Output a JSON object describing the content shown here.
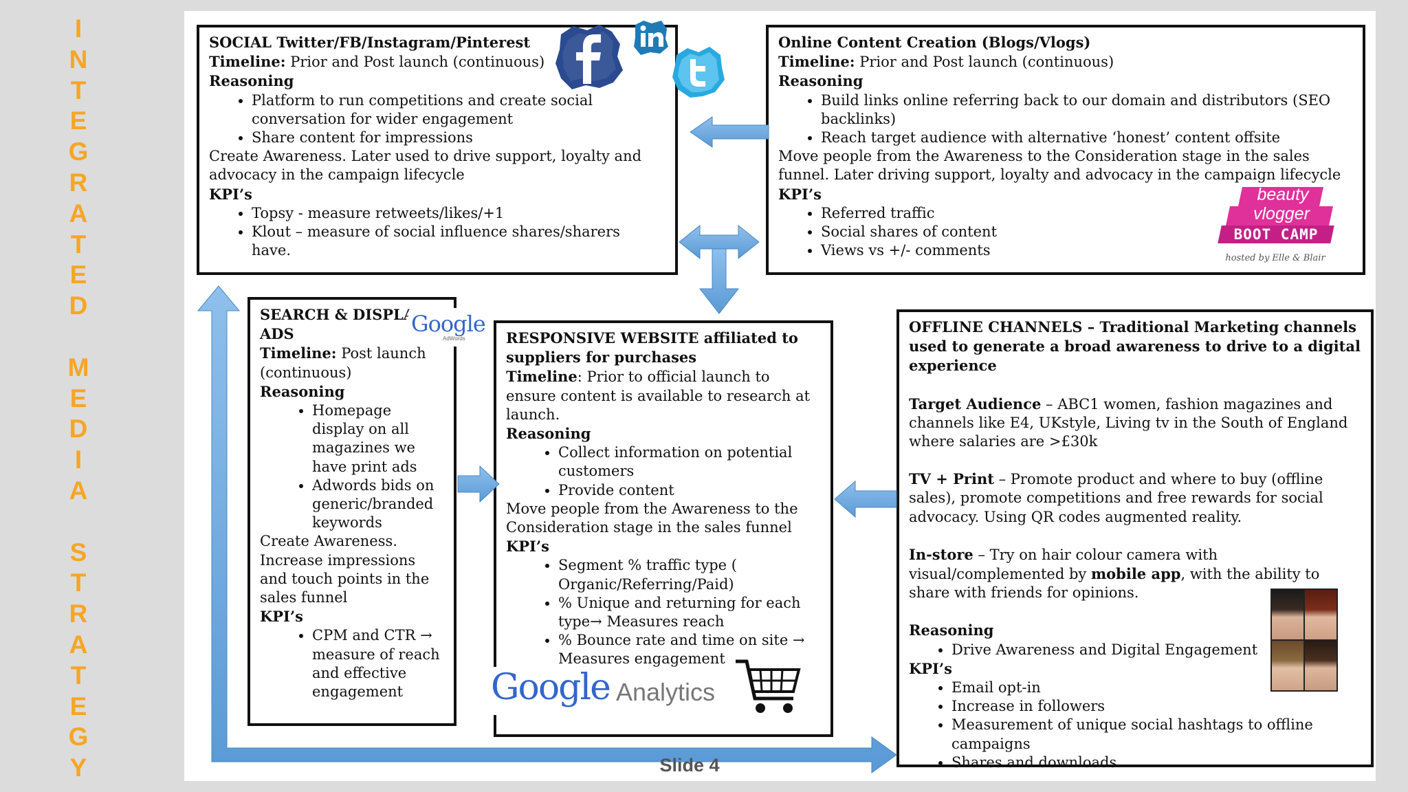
{
  "vertical_title": [
    "I",
    "N",
    "T",
    "E",
    "G",
    "R",
    "A",
    "T",
    "E",
    "D",
    "",
    "M",
    "E",
    "D",
    "I",
    "A",
    "",
    "S",
    "T",
    "R",
    "A",
    "T",
    "E",
    "G",
    "Y"
  ],
  "slide_number": "Slide 4",
  "social": {
    "title": "SOCIAL Twitter/FB/Instagram/Pinterest",
    "timeline_label": "Timeline:",
    "timeline": "Prior and Post launch (continuous)",
    "reasoning_label": "Reasoning",
    "reasons": [
      "Platform to run competitions and create social conversation for wider engagement",
      "Share content for impressions"
    ],
    "summary": "Create Awareness. Later used to drive support, loyalty and advocacy in the campaign lifecycle",
    "kpi_label": "KPI’s",
    "kpis": [
      "Topsy - measure retweets/likes/+1",
      "Klout – measure of social influence shares/sharers have."
    ]
  },
  "content": {
    "title": "Online Content Creation (Blogs/Vlogs)",
    "timeline_label": "Timeline:",
    "timeline": "Prior and Post launch (continuous)",
    "reasoning_label": "Reasoning",
    "reasons": [
      "Build links online referring back to our domain and distributors (SEO backlinks)",
      "Reach target audience with alternative ‘honest’ content offsite"
    ],
    "summary": "Move people from the Awareness to the Consideration stage in the sales funnel. Later driving support, loyalty and advocacy in the campaign lifecycle",
    "kpi_label": "KPI’s",
    "kpis": [
      "Referred traffic",
      "Social shares of content",
      "Views vs +/- comments"
    ],
    "logo_line1": "beauty",
    "logo_line2": "vlogger",
    "logo_line3": "BOOT CAMP",
    "logo_caption": "hosted by Elle & Blair"
  },
  "search": {
    "title_line1": "SEARCH & DISPLAY",
    "title_line2": "ADS",
    "timeline_label": "Timeline:",
    "timeline": "Post launch (continuous)",
    "reasoning_label": "Reasoning",
    "reasons": [
      "Homepage display on all magazines we have print ads",
      "Adwords bids on generic/branded keywords"
    ],
    "summary": "Create Awareness. Increase impressions and touch points in the sales funnel",
    "kpi_label": "KPI’s",
    "kpis": [
      "CPM and CTR → measure of reach and effective engagement"
    ],
    "logo": "Google",
    "logo_sub": "AdWords"
  },
  "website": {
    "title": "RESPONSIVE WEBSITE affiliated to suppliers for purchases",
    "timeline_label": "Timeline",
    "timeline": ": Prior to official launch to ensure content is available to research at launch.",
    "reasoning_label": "Reasoning",
    "reasons": [
      "Collect information on potential customers",
      "Provide content"
    ],
    "summary": "Move people from the Awareness to the Consideration stage in the sales funnel",
    "kpi_label": "KPI’s",
    "kpis": [
      "Segment  % traffic type ( Organic/Referring/Paid)",
      "% Unique and returning for each type→ Measures reach",
      "% Bounce rate and time on site → Measures engagement"
    ],
    "logo": "Google",
    "logo_sub": "Analytics"
  },
  "offline": {
    "title": "OFFLINE CHANNELS – Traditional Marketing channels used to generate a broad awareness to drive to a digital experience",
    "target_label": "Target Audience",
    "target": " – ABC1 women, fashion magazines and channels like E4, UKstyle, Living tv in the South of England where salaries are >£30k",
    "tv_label": "TV + Print",
    "tv": " – Promote product and where to buy (offline sales), promote competitions and free rewards for social advocacy. Using QR codes augmented reality.",
    "instore_label": "In-store",
    "instore_a": " – Try on hair colour camera with visual/complemented by ",
    "instore_bold": "mobile app",
    "instore_b": ", with the ability to share with friends for opinions.",
    "reasoning_label": "Reasoning",
    "reasons": [
      "Drive Awareness and Digital Engagement"
    ],
    "kpi_label": "KPI’s",
    "kpis": [
      "Email opt-in",
      "Increase in followers",
      "Measurement of unique social hashtags to offline campaigns",
      "Shares and downloads"
    ]
  },
  "colors": {
    "title_orange": "#f5a623",
    "arrow_blue": "#6aa7dc",
    "facebook_blue": "#3b5998",
    "twitter_blue": "#29a9e0",
    "pink": "#e0309a"
  }
}
